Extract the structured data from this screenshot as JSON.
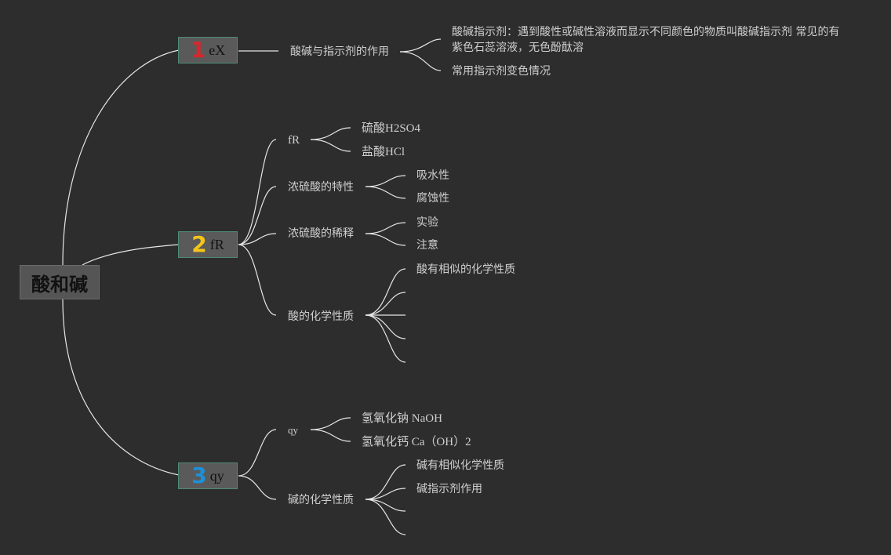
{
  "root": {
    "label": "酸和碱"
  },
  "branches": [
    {
      "num": "1",
      "num_color": "#d9262c",
      "label": "eX",
      "nodes": [
        {
          "label": "酸碱与指示剂的作用",
          "children": [
            "酸碱指示剂：遇到酸性或碱性溶液而显示不同颜色的物质叫酸碱指示剂 常见的有紫色石蕊溶液，无色酚酞溶",
            "常用指示剂变色情况"
          ]
        }
      ]
    },
    {
      "num": "2",
      "num_color": "#f5c518",
      "label": "fR",
      "nodes": [
        {
          "label": "fR",
          "children": [
            "硫酸H2SO4",
            "盐酸HCl"
          ]
        },
        {
          "label": "浓硫酸的特性",
          "children": [
            "吸水性",
            "腐蚀性"
          ]
        },
        {
          "label": "浓硫酸的稀释",
          "children": [
            "实验",
            "注意"
          ]
        },
        {
          "label": "酸的化学性质",
          "children": [
            "酸有相似的化学性质",
            "",
            "",
            "",
            ""
          ]
        }
      ]
    },
    {
      "num": "3",
      "num_color": "#1e90d6",
      "label": "qy",
      "nodes": [
        {
          "label": "qy",
          "children": [
            "氢氧化钠 NaOH",
            "氢氧化钙 Ca（OH）2"
          ]
        },
        {
          "label": "碱的化学性质",
          "children": [
            "碱有相似化学性质",
            "碱指示剂作用",
            "",
            ""
          ]
        }
      ]
    }
  ]
}
